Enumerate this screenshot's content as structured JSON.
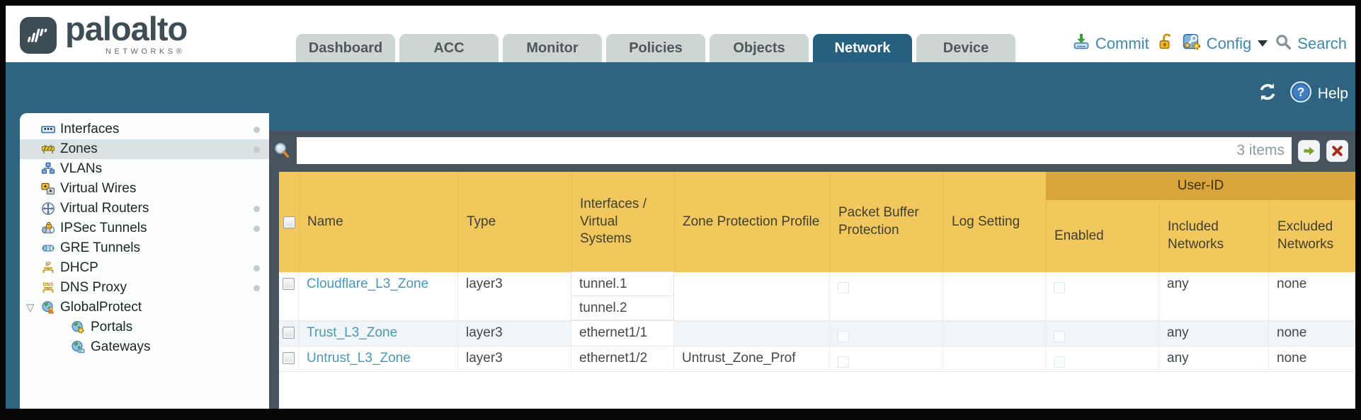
{
  "brand": {
    "logo_word": "paloalto",
    "logo_sub": "NETWORKS®"
  },
  "tabs": [
    {
      "id": "dashboard",
      "label": "Dashboard",
      "active": false
    },
    {
      "id": "acc",
      "label": "ACC",
      "active": false
    },
    {
      "id": "monitor",
      "label": "Monitor",
      "active": false
    },
    {
      "id": "policies",
      "label": "Policies",
      "active": false
    },
    {
      "id": "objects",
      "label": "Objects",
      "active": false
    },
    {
      "id": "network",
      "label": "Network",
      "active": true
    },
    {
      "id": "device",
      "label": "Device",
      "active": false
    }
  ],
  "header_actions": {
    "commit_label": "Commit",
    "config_label": "Config",
    "search_label": "Search"
  },
  "util": {
    "help_label": "Help"
  },
  "sidebar": {
    "items": [
      {
        "id": "interfaces",
        "label": "Interfaces",
        "icon": "interfaces-icon",
        "dot": true,
        "selected": false,
        "indent": false,
        "expander": false
      },
      {
        "id": "zones",
        "label": "Zones",
        "icon": "zones-icon",
        "dot": true,
        "selected": true,
        "indent": false,
        "expander": false
      },
      {
        "id": "vlans",
        "label": "VLANs",
        "icon": "vlans-icon",
        "dot": false,
        "selected": false,
        "indent": false,
        "expander": false
      },
      {
        "id": "virtual-wires",
        "label": "Virtual Wires",
        "icon": "virtual-wires-icon",
        "dot": false,
        "selected": false,
        "indent": false,
        "expander": false
      },
      {
        "id": "virtual-routers",
        "label": "Virtual Routers",
        "icon": "virtual-routers-icon",
        "dot": true,
        "selected": false,
        "indent": false,
        "expander": false
      },
      {
        "id": "ipsec-tunnels",
        "label": "IPSec Tunnels",
        "icon": "ipsec-tunnels-icon",
        "dot": true,
        "selected": false,
        "indent": false,
        "expander": false
      },
      {
        "id": "gre-tunnels",
        "label": "GRE Tunnels",
        "icon": "gre-tunnels-icon",
        "dot": false,
        "selected": false,
        "indent": false,
        "expander": false
      },
      {
        "id": "dhcp",
        "label": "DHCP",
        "icon": "dhcp-icon",
        "dot": true,
        "selected": false,
        "indent": false,
        "expander": false
      },
      {
        "id": "dns-proxy",
        "label": "DNS Proxy",
        "icon": "dns-proxy-icon",
        "dot": true,
        "selected": false,
        "indent": false,
        "expander": false
      },
      {
        "id": "globalprotect",
        "label": "GlobalProtect",
        "icon": "globalprotect-icon",
        "dot": false,
        "selected": false,
        "indent": false,
        "expander": true
      },
      {
        "id": "portals",
        "label": "Portals",
        "icon": "portals-icon",
        "dot": false,
        "selected": false,
        "indent": true,
        "expander": false
      },
      {
        "id": "gateways",
        "label": "Gateways",
        "icon": "gateways-icon",
        "dot": false,
        "selected": false,
        "indent": true,
        "expander": false
      }
    ]
  },
  "search_bar": {
    "value": "",
    "items_count": "3 items"
  },
  "table": {
    "user_id_group_label": "User-ID",
    "columns": [
      "Name",
      "Type",
      "Interfaces / Virtual Systems",
      "Zone Protection Profile",
      "Packet Buffer Protection",
      "Log Setting",
      "Enabled",
      "Included Networks",
      "Excluded Networks"
    ],
    "rows": [
      {
        "name": "Cloudflare_L3_Zone",
        "type": "layer3",
        "interfaces": [
          "tunnel.1",
          "tunnel.2"
        ],
        "zone_protection_profile": "",
        "packet_buffer_protection": false,
        "log_setting": "",
        "user_id_enabled": false,
        "included_networks": "any",
        "excluded_networks": "none"
      },
      {
        "name": "Trust_L3_Zone",
        "type": "layer3",
        "interfaces": [
          "ethernet1/1"
        ],
        "zone_protection_profile": "",
        "packet_buffer_protection": false,
        "log_setting": "",
        "user_id_enabled": false,
        "included_networks": "any",
        "excluded_networks": "none"
      },
      {
        "name": "Untrust_L3_Zone",
        "type": "layer3",
        "interfaces": [
          "ethernet1/2"
        ],
        "zone_protection_profile": "Untrust_Zone_Prof",
        "packet_buffer_protection": false,
        "log_setting": "",
        "user_id_enabled": false,
        "included_networks": "any",
        "excluded_networks": "none"
      }
    ]
  }
}
